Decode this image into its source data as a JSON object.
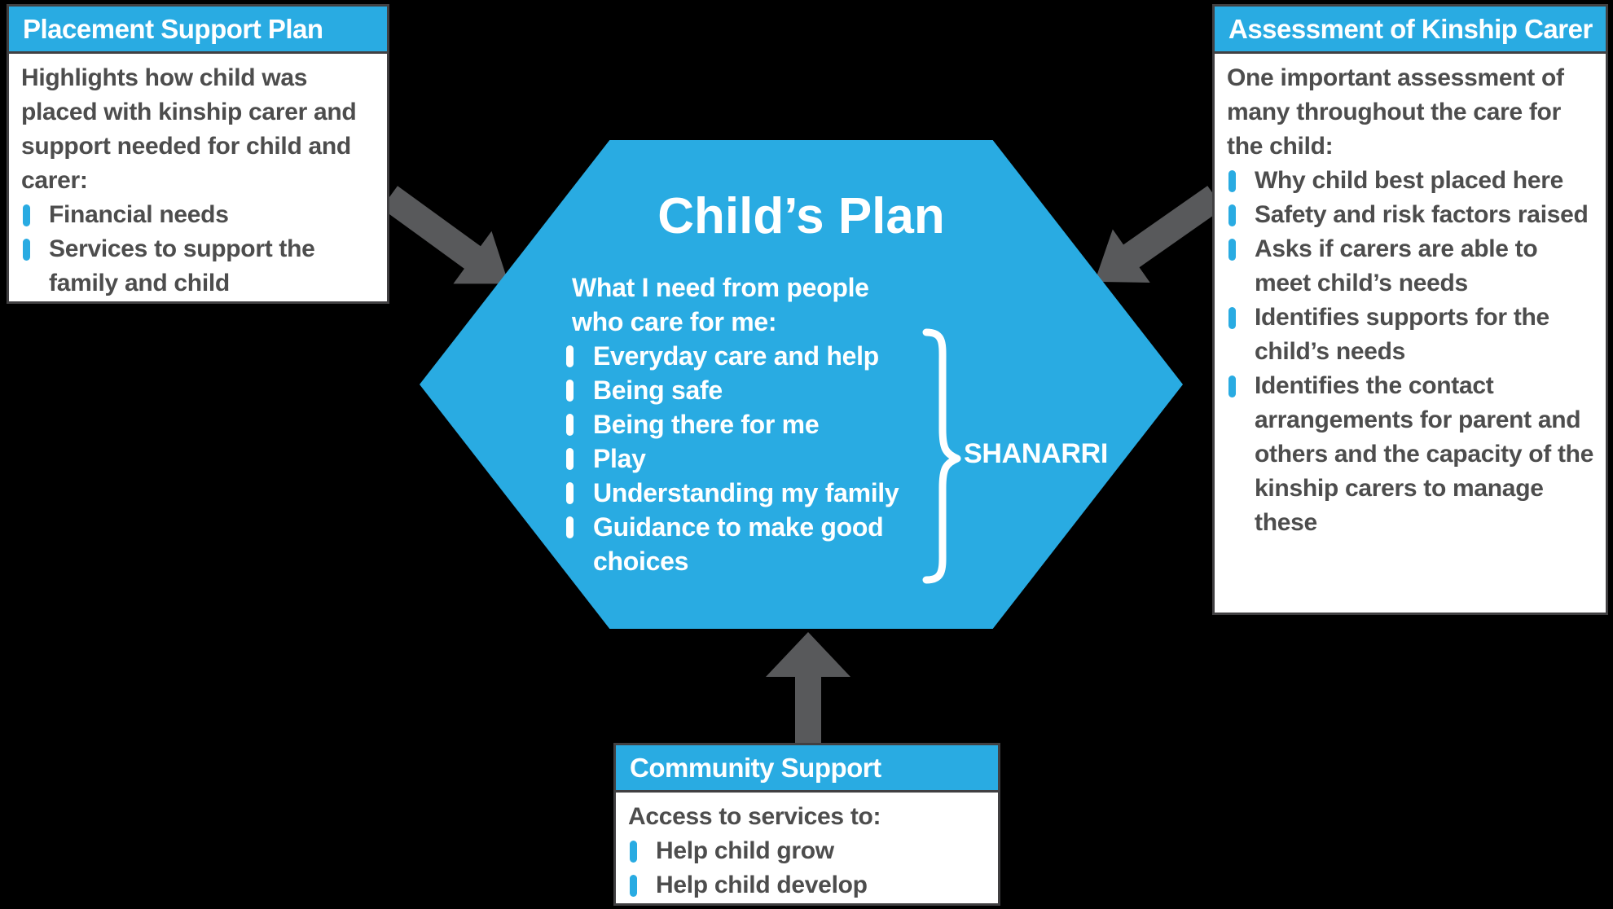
{
  "colors": {
    "background": "#000000",
    "accent_cyan": "#29ABE2",
    "arrow_gray": "#58595B",
    "body_text_gray": "#4D4D4D",
    "box_border_gray": "#414042",
    "white": "#FFFFFF"
  },
  "hexagon": {
    "title": "Child’s Plan",
    "intro": "What I need from people who care for me:",
    "bullets": [
      "Everyday care and help",
      "Being safe",
      "Being there for me",
      "Play",
      "Understanding my family",
      "Guidance to make good choices"
    ],
    "brace_label": "SHANARRI"
  },
  "boxes": {
    "placement": {
      "title": "Placement Support Plan",
      "intro": "Highlights how child was placed with kinship carer and support needed for child and carer:",
      "bullets": [
        "Financial needs",
        "Services to support the family and child"
      ]
    },
    "assessment": {
      "title": "Assessment of Kinship Carer",
      "intro": "One important assessment of many throughout the care for the child:",
      "bullets": [
        "Why child best placed here",
        "Safety and risk factors raised",
        "Asks if carers are able to meet child’s needs",
        "Identifies supports for the child’s needs",
        "Identifies the contact arrangements for parent and others and the capacity of the kinship carers to manage these"
      ]
    },
    "community": {
      "title": "Community Support",
      "intro": "Access to services to:",
      "bullets": [
        "Help child grow",
        "Help child develop"
      ]
    }
  }
}
